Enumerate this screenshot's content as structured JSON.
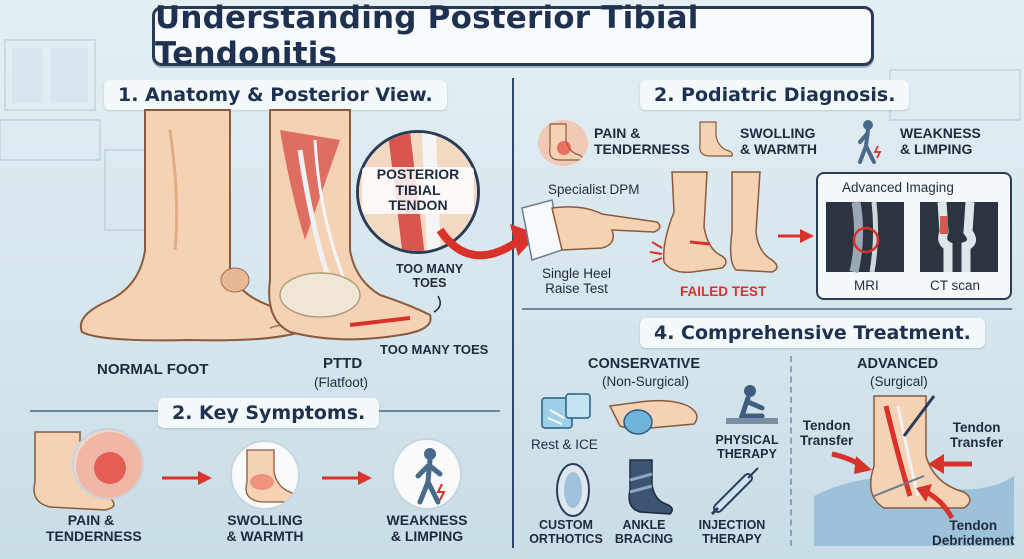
{
  "title": "Understanding Posterior Tibial Tendonitis",
  "anatomy": {
    "heading": "1. Anatomy & Posterior View.",
    "callout": "POSTERIOR\nTIBIAL\nTENDON",
    "too_many_toes_upper": "TOO MANY\nTOES",
    "too_many_toes_lower": "TOO MANY TOES",
    "normal_foot": "NORMAL FOOT",
    "pttd": "PTTD",
    "flatfoot": "(Flatfoot)"
  },
  "symptoms": {
    "heading": "2. Key Symptoms.",
    "items": [
      {
        "label": "PAIN &\nTENDERNESS"
      },
      {
        "label": "SWOLLING\n& WARMTH"
      },
      {
        "label": "WEAKNESS\n& LIMPING"
      }
    ]
  },
  "diagnosis": {
    "heading": "2. Podiatric Diagnosis.",
    "symptoms": [
      {
        "label": "PAIN &\nTENDERNESS"
      },
      {
        "label": "SWOLLING\n& WARMTH"
      },
      {
        "label": "WEAKNESS\n& LIMPING"
      }
    ],
    "specialist": "Specialist DPM",
    "heel_test": "Single Heel\nRaise Test",
    "failed": "FAILED TEST",
    "imaging_title": "Advanced Imaging",
    "mri": "MRI",
    "ct": "CT scan"
  },
  "treatment": {
    "heading": "4. Comprehensive Treatment.",
    "conservative": "CONSERVATIVE",
    "non_surgical": "(Non-Surgical)",
    "advanced": "ADVANCED",
    "surgical": "(Surgical)",
    "items": {
      "rest_ice": "Rest & ICE",
      "physical_therapy": "PHYSICAL\nTHERAPY",
      "custom_orthotics": "CUSTOM\nORTHOTICS",
      "ankle_bracing": "ANKLE\nBRACING",
      "injection_therapy": "INJECTION\nTHERAPY"
    },
    "tendon_transfer_left": "Tendon\nTransfer",
    "tendon_transfer_right": "Tendon\nTransfer",
    "tendon_debridement": "Tendon\nDebridement"
  },
  "colors": {
    "navy": "#1e3150",
    "red": "#d9322b",
    "skin": "#f6d2b4",
    "skin_shadow": "#e2ab86"
  }
}
